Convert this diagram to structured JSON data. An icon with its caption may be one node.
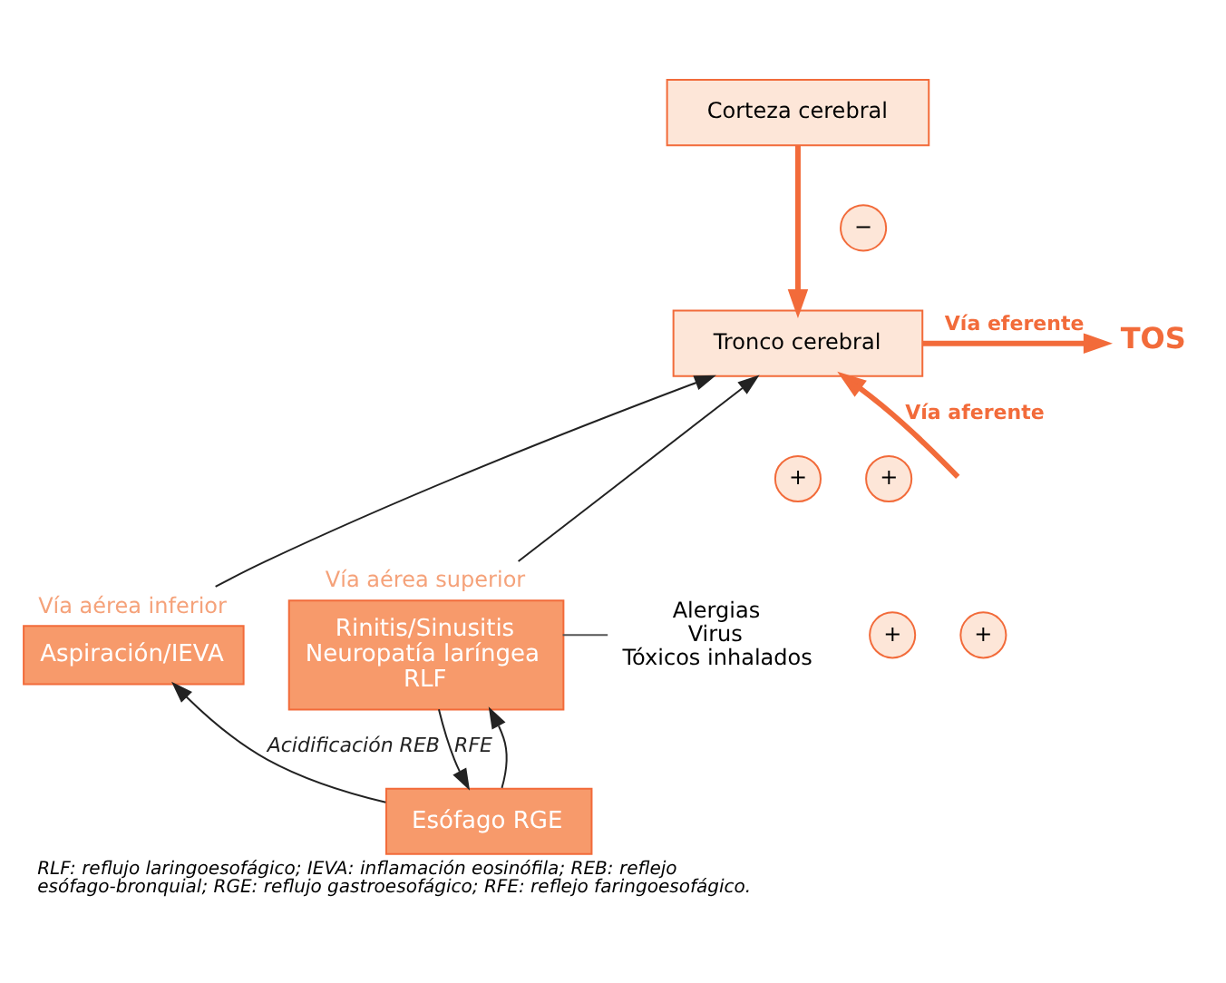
{
  "diagram": {
    "caption": "RLF: reflujo laringoesofágico; IEVA: inflamación eosinófila; REB: reflejo esófago-bronquial; RGE: reflujo gastroesofágico; RFE: reflejo faringoesofágico.",
    "nodes": [
      {
        "text": [
          "Corteza cerebral"
        ]
      },
      {
        "text": [
          "Tronco cerebral"
        ]
      },
      {
        "text": [
          "TOS"
        ]
      },
      {
        "text": [
          "Vía aérea inferior",
          "Aspiración/IEVA"
        ]
      },
      {
        "text": [
          "Vía aérea superior",
          "Rinitis/Sinusitis Neuropatía laríngea RLF"
        ],
        "beside": [
          "Alergias",
          "Virus",
          "Tóxicos inhalados"
        ]
      },
      {
        "text": [
          "Esófago RGE"
        ]
      },
      {
        "text": [
          "−"
        ]
      },
      {
        "text": [
          "+"
        ]
      },
      {
        "text": [
          "+"
        ]
      },
      {
        "text": [
          "+"
        ]
      },
      {
        "text": [
          "+"
        ]
      }
    ],
    "edges": [
      {
        "from": 0,
        "to": 1,
        "arrow": "to",
        "color": "#f26b3a",
        "style": "thick"
      },
      {
        "from": 1,
        "to": 2,
        "arrow": "to",
        "label": "Vía eferente",
        "color": "#f26b3a",
        "style": "thick"
      },
      {
        "from": null,
        "to": 1,
        "arrow": "to",
        "label": "Vía aferente",
        "color": "#f26b3a",
        "style": "thick"
      },
      {
        "from": 3,
        "to": 1,
        "arrow": "to"
      },
      {
        "from": 4,
        "to": 1,
        "arrow": "to"
      },
      {
        "from": 5,
        "to": 3,
        "arrow": "to",
        "label": "Acidificación REB"
      },
      {
        "from": 5,
        "to": 4,
        "arrow": "to"
      },
      {
        "from": 4,
        "to": 5,
        "arrow": "to",
        "label": "RFE"
      }
    ]
  }
}
